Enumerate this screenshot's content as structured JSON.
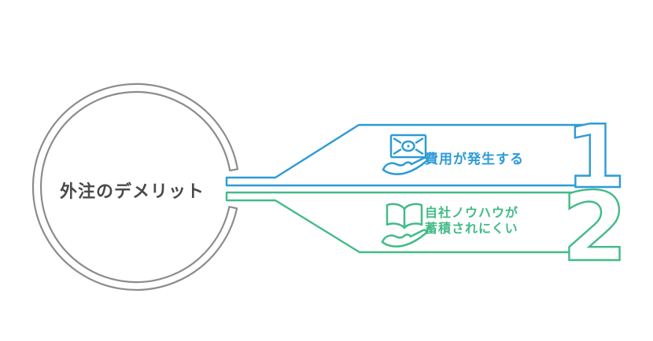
{
  "center": {
    "label": "外注のデメリット"
  },
  "items": [
    {
      "number": "1",
      "label_lines": [
        "費用が発生する"
      ],
      "icon": "money-in-hand-icon",
      "color": "#2D9BD6"
    },
    {
      "number": "2",
      "label_lines": [
        "自社ノウハウが",
        "蓄積されにくい"
      ],
      "icon": "open-book-in-hand-icon",
      "color": "#42BB87"
    }
  ],
  "colors": {
    "background": "#FFFFFF",
    "circle_outline": "#8C8C8C",
    "center_text": "#4A4A4A",
    "item1_accent": "#2D9BD6",
    "item2_accent": "#42BB87"
  }
}
